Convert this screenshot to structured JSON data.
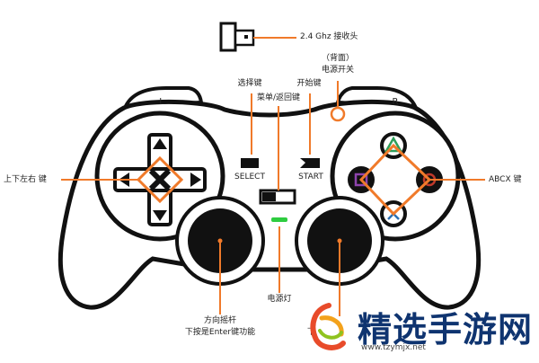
{
  "labels": {
    "receiver": "2.4 Ghz 接收头",
    "back": "（背面）",
    "power_switch": "电源开关",
    "select_key": "选择键",
    "start_key": "开始键",
    "menu_back_key": "菜单/返回键",
    "L": "L",
    "R": "R",
    "select": "SELECT",
    "start": "START",
    "dpad": "上下左右 键",
    "abcx": "ABCX 键",
    "power_led": "电源灯",
    "stick_line1": "方向摇杆",
    "stick_line2": "下按是Enter键功能",
    "stick_right_partial": "下"
  },
  "watermark": {
    "title": "精选手游网",
    "url": "www.tzymjx.net"
  },
  "colors": {
    "outline": "#111111",
    "accent": "#f07a2a",
    "led": "#2ecc40",
    "brand": "#0f3470",
    "triangle": "#2e9e5a",
    "circle": "#c0392b",
    "square": "#8e44ad",
    "cross": "#2c6fb3"
  }
}
